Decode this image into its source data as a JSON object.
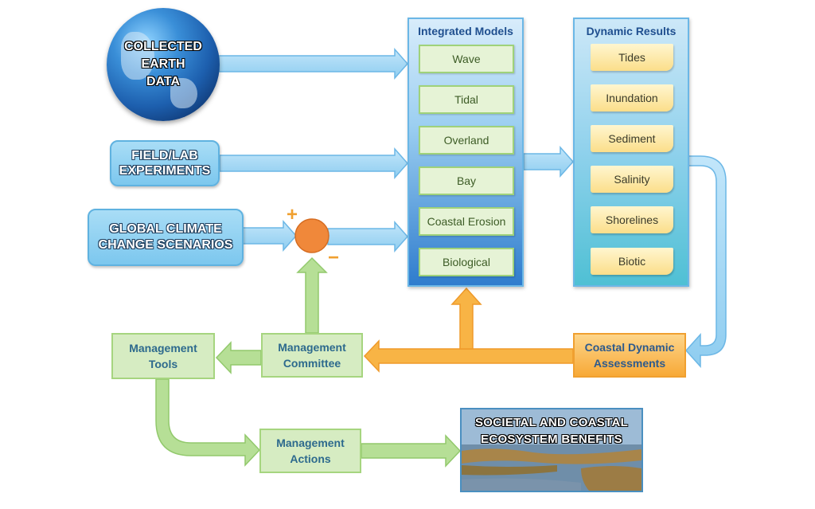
{
  "inputs": {
    "earth_data": "COLLECTED EARTH DATA",
    "earth_lines": [
      "COLLECTED",
      "EARTH",
      "DATA"
    ],
    "field_lab": [
      "FIELD/LAB",
      "EXPERIMENTS"
    ],
    "climate": [
      "GLOBAL CLIMATE",
      "CHANGE SCENARIOS"
    ]
  },
  "summing_junction": {
    "plus": "+",
    "minus": "−"
  },
  "integrated_models": {
    "title": "Integrated Models",
    "items": [
      "Wave",
      "Tidal",
      "Overland",
      "Bay",
      "Coastal Erosion",
      "Biological"
    ]
  },
  "dynamic_results": {
    "title": "Dynamic Results",
    "items": [
      "Tides",
      "Inundation",
      "Sediment",
      "Salinity",
      "Shorelines",
      "Biotic"
    ]
  },
  "assessments": [
    "Coastal Dynamic",
    "Assessments"
  ],
  "management_committee": [
    "Management",
    "Committee"
  ],
  "management_tools": [
    "Management",
    "Tools"
  ],
  "management_actions": [
    "Management",
    "Actions"
  ],
  "benefits": [
    "SOCIETAL AND COASTAL",
    "ECOSYSTEM BENEFITS"
  ],
  "colors": {
    "blue_arrow": "#a6d8f5",
    "green_arrow": "#b6df96",
    "orange_arrow": "#f8b445",
    "junction": "#f0883a"
  }
}
